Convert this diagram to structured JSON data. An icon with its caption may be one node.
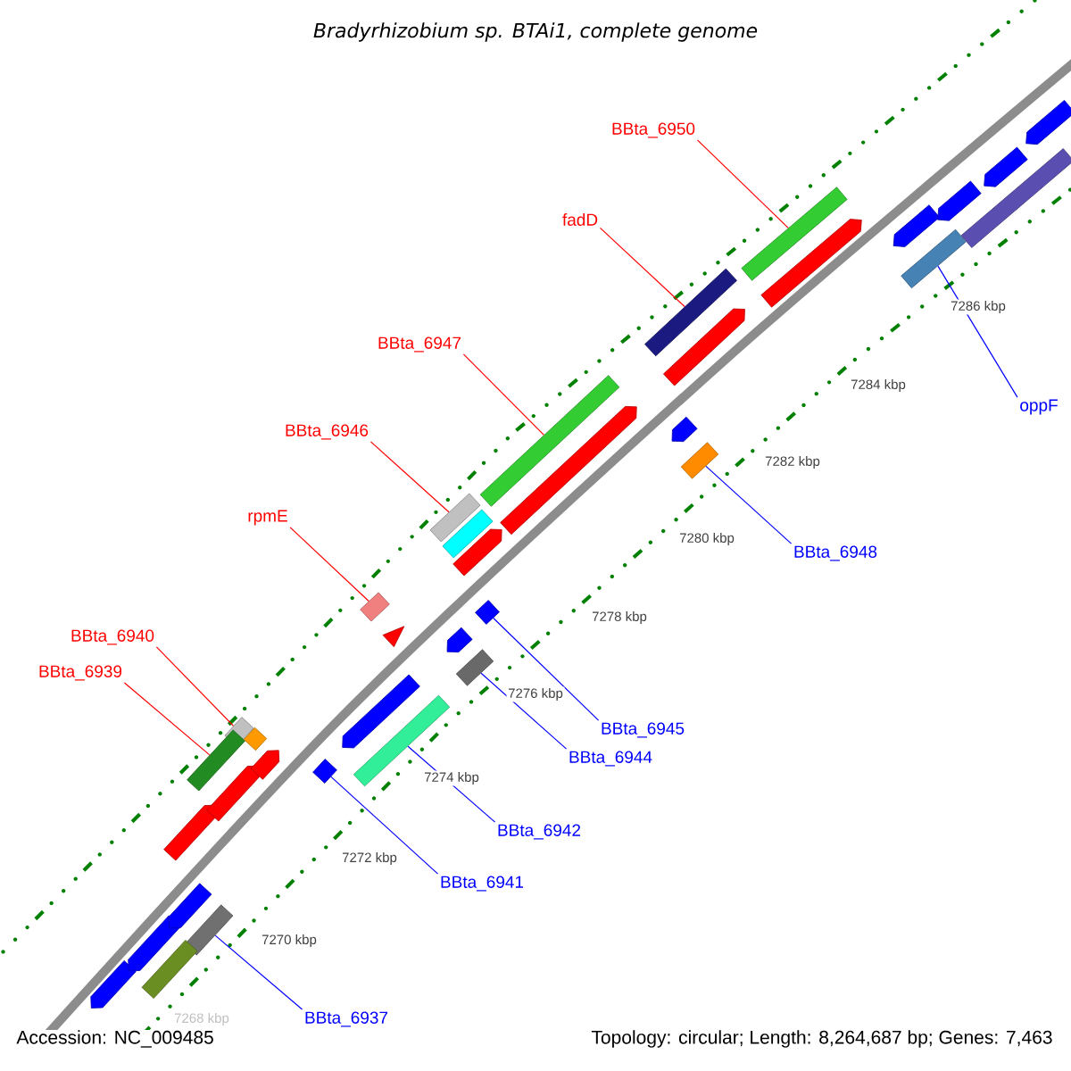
{
  "diagram": {
    "title": "Bradyrhizobium sp. BTAi1, complete genome",
    "nodes": [
      {
        "text": [
          "BBta_6950"
        ]
      },
      {
        "text": [],
        "shape": "bar"
      },
      {
        "text": [
          "fadD"
        ]
      },
      {
        "text": [],
        "shape": "bar"
      },
      {
        "text": [
          "BBta_6947"
        ]
      },
      {
        "text": [],
        "shape": "bar"
      },
      {
        "text": [
          "oppF"
        ]
      },
      {
        "text": [],
        "shape": "bar"
      },
      {
        "text": [
          "BBta_6946"
        ]
      },
      {
        "text": [],
        "shape": "bar"
      },
      {
        "text": [
          "rpmE"
        ]
      },
      {
        "text": [],
        "shape": "bar"
      },
      {
        "text": [
          "BBta_6948"
        ]
      },
      {
        "text": [],
        "shape": "bar"
      },
      {
        "text": [
          "BBta_6940"
        ]
      },
      {
        "text": [],
        "shape": "bar"
      },
      {
        "text": [
          "BBta_6939"
        ]
      },
      {
        "text": [],
        "shape": "bar"
      },
      {
        "text": [
          "BBta_6945"
        ]
      },
      {
        "text": [],
        "shape": "bar"
      },
      {
        "text": [
          "BBta_6944"
        ]
      },
      {
        "text": [],
        "shape": "bar"
      },
      {
        "text": [
          "BBta_6942"
        ]
      },
      {
        "text": [],
        "shape": "bar"
      },
      {
        "text": [
          "BBta_6941"
        ]
      },
      {
        "text": [],
        "shape": "bar"
      },
      {
        "text": [
          "BBta_6937"
        ]
      },
      {
        "text": [],
        "shape": "bar"
      },
      {
        "text": [],
        "shape": "arrow"
      },
      {
        "text": [],
        "shape": "arrow"
      },
      {
        "text": [],
        "shape": "bar"
      },
      {
        "text": [],
        "shape": "arrow"
      },
      {
        "text": [],
        "shape": "arrow"
      },
      {
        "text": [],
        "shape": "arrow"
      },
      {
        "text": [],
        "shape": "bar"
      },
      {
        "text": [],
        "shape": "arrow"
      },
      {
        "text": [],
        "shape": "arrow"
      },
      {
        "text": [],
        "shape": "triangle"
      },
      {
        "text": [],
        "shape": "arrow"
      },
      {
        "text": [],
        "shape": "bar"
      },
      {
        "text": [],
        "shape": "arrow"
      },
      {
        "text": [],
        "shape": "arrow"
      },
      {
        "text": [],
        "shape": "arrow"
      },
      {
        "text": [],
        "shape": "arrow"
      },
      {
        "text": [],
        "shape": "arrow"
      },
      {
        "text": [],
        "shape": "arrow"
      },
      {
        "text": [],
        "shape": "arrow"
      },
      {
        "text": [],
        "shape": "arrow"
      },
      {
        "text": [],
        "shape": "bar"
      },
      {
        "text": [],
        "shape": "arrow"
      }
    ],
    "edges": [
      {
        "from": 0,
        "to": 1,
        "arrow": "none",
        "color": "#ff0000"
      },
      {
        "from": 2,
        "to": 3,
        "arrow": "none",
        "color": "#ff0000"
      },
      {
        "from": 4,
        "to": 5,
        "arrow": "none",
        "color": "#ff0000"
      },
      {
        "from": 6,
        "to": 7,
        "arrow": "none",
        "color": "#0000ff"
      },
      {
        "from": 8,
        "to": 9,
        "arrow": "none",
        "color": "#ff0000"
      },
      {
        "from": 10,
        "to": 11,
        "arrow": "none",
        "color": "#ff0000"
      },
      {
        "from": 12,
        "to": 13,
        "arrow": "none",
        "color": "#0000ff"
      },
      {
        "from": 14,
        "to": 15,
        "arrow": "none",
        "color": "#ff0000"
      },
      {
        "from": 16,
        "to": 17,
        "arrow": "none",
        "color": "#ff0000"
      },
      {
        "from": 18,
        "to": 19,
        "arrow": "none",
        "color": "#0000ff"
      },
      {
        "from": 20,
        "to": 21,
        "arrow": "none",
        "color": "#0000ff"
      },
      {
        "from": 22,
        "to": 23,
        "arrow": "none",
        "color": "#0000ff"
      },
      {
        "from": 24,
        "to": 25,
        "arrow": "none",
        "color": "#0000ff"
      },
      {
        "from": 26,
        "to": 27,
        "arrow": "none",
        "color": "#0000ff"
      }
    ],
    "labels": [
      "7286 kbp",
      "7284 kbp",
      "7282 kbp",
      "7280 kbp",
      "7278 kbp",
      "7276 kbp",
      "7274 kbp",
      "7272 kbp",
      "7270 kbp",
      "7268 kbp",
      "Accession: NC_009485",
      "Topology: circular; Length: 8,264,687 bp; Genes: 7,463"
    ]
  }
}
